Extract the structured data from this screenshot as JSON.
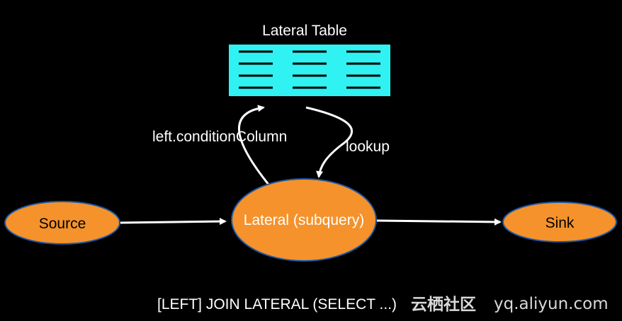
{
  "colors": {
    "background": "#000000",
    "node_fill": "#f5922b",
    "node_stroke": "#1b57a6",
    "table_fill": "#30f2f2",
    "table_lines": "#000000",
    "arrow": "#ffffff",
    "text_light": "#ffffff",
    "text_dark": "#000000",
    "watermark": "#d8d8d8"
  },
  "lateral_table": {
    "title": "Lateral Table",
    "columns": 3,
    "rows": 4
  },
  "nodes": {
    "source": "Source",
    "lateral": "Lateral (subquery)",
    "sink": "Sink"
  },
  "edges": {
    "condition_label": "left.conditionColumn",
    "lookup_label": "lookup"
  },
  "caption": "[LEFT] JOIN LATERAL (SELECT ...)",
  "watermark": {
    "cn": "云栖社区",
    "url": "yq.aliyun.com"
  }
}
